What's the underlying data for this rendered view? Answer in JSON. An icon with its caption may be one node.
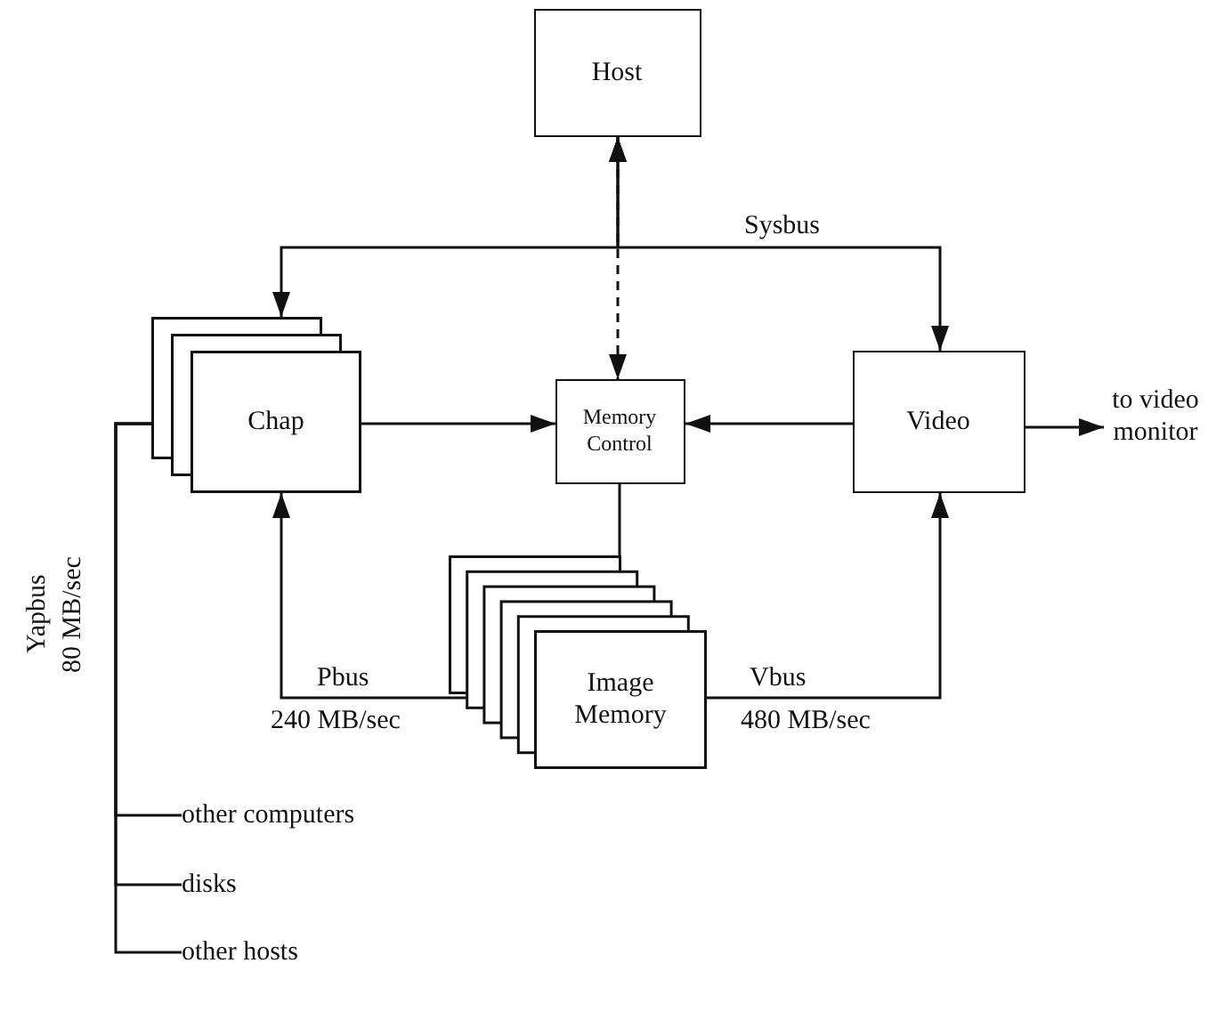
{
  "diagram": {
    "nodes": [
      {
        "text": [
          "Host"
        ]
      },
      {
        "text": [
          "Chap"
        ]
      },
      {
        "text": [
          "Memory Control"
        ]
      },
      {
        "text": [
          "Video"
        ]
      },
      {
        "text": [
          "Image Memory"
        ]
      },
      {
        "text": [
          "to video monitor"
        ]
      },
      {
        "text": [
          "other computers"
        ]
      },
      {
        "text": [
          "disks"
        ]
      },
      {
        "text": [
          "other hosts"
        ]
      }
    ],
    "edges": [
      {
        "from": 0,
        "to": 1,
        "arrow": "both"
      },
      {
        "from": 0,
        "to": 3,
        "arrow": "both"
      },
      {
        "from": 0,
        "to": 2,
        "arrow": "both",
        "style": "dashed"
      },
      {
        "from": 1,
        "to": 2,
        "arrow": "to"
      },
      {
        "from": 3,
        "to": 2,
        "arrow": "to"
      },
      {
        "from": 3,
        "to": 5,
        "arrow": "to"
      },
      {
        "from": 2,
        "to": 4,
        "arrow": "none"
      },
      {
        "from": 4,
        "to": 1,
        "arrow": "both"
      },
      {
        "from": 4,
        "to": 3,
        "arrow": "to"
      },
      {
        "from": 1,
        "to": 6,
        "arrow": "none"
      },
      {
        "from": 1,
        "to": 7,
        "arrow": "none"
      },
      {
        "from": 1,
        "to": 8,
        "arrow": "none"
      }
    ],
    "labels": [
      "Sysbus",
      "Pbus",
      "240 MB/sec",
      "Vbus",
      "480 MB/sec",
      "Yapbus",
      "80 MB/sec"
    ]
  }
}
